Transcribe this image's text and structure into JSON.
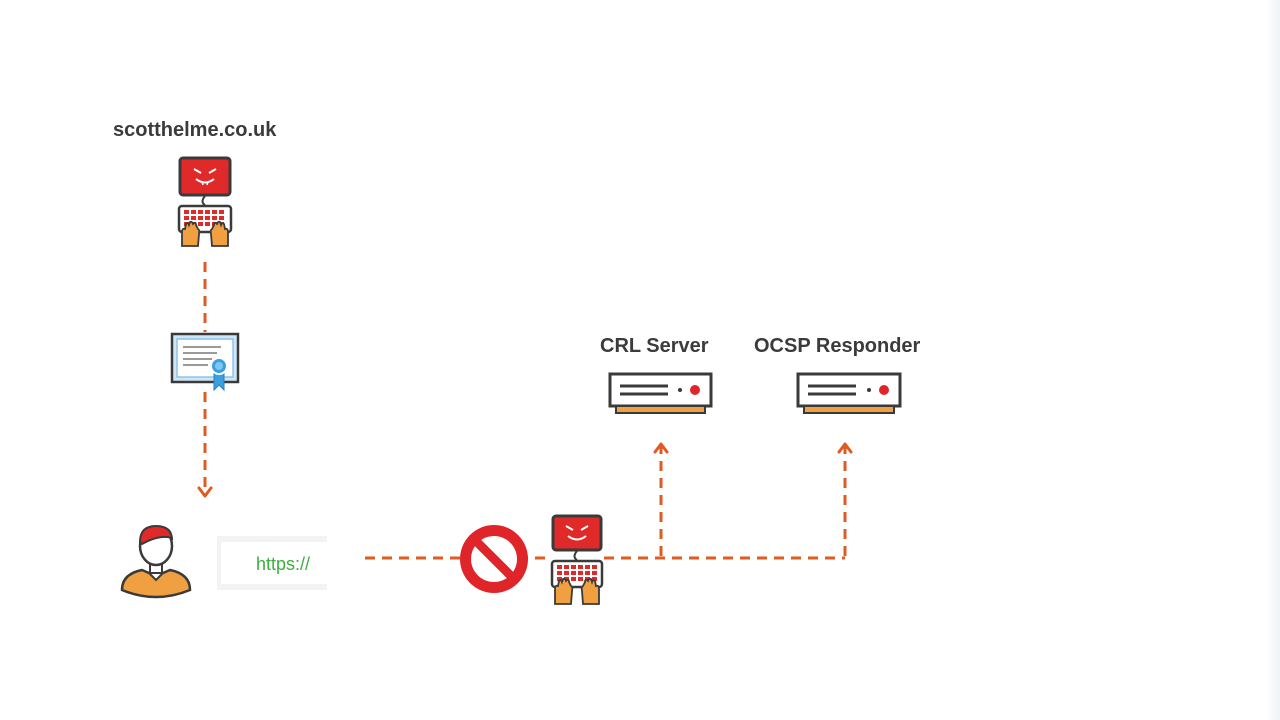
{
  "site": {
    "label": "scotthelme.co.uk"
  },
  "servers": {
    "crl_label": "CRL Server",
    "ocsp_label": "OCSP Responder"
  },
  "browser": {
    "url_text": "https://"
  },
  "colors": {
    "arrow": "#e05a22",
    "attacker_red": "#e02a2a",
    "outline": "#3a3a3a",
    "server_accent": "#f0a040",
    "block_sign": "#e0252a",
    "lock_green": "#4bbf3b",
    "certificate_blue": "#3aa0e0"
  },
  "icons": {
    "attacker_top": "attacker-computer-icon",
    "certificate": "certificate-icon",
    "user": "user-icon",
    "lock": "padlock-icon",
    "block": "no-entry-icon",
    "attacker_middle": "attacker-computer-icon",
    "crl_server": "server-icon",
    "ocsp_server": "server-icon"
  }
}
